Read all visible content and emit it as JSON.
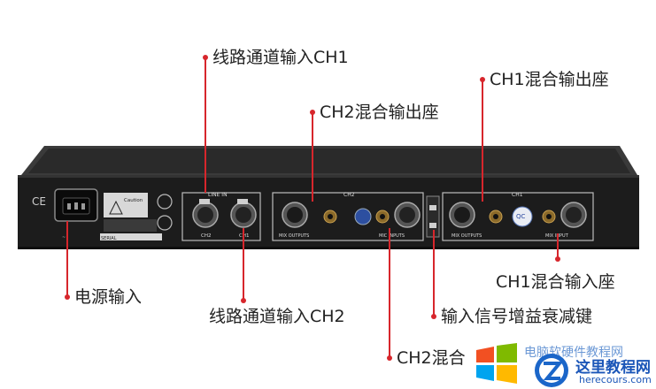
{
  "callouts": {
    "line_in_ch1": "线路通道输入CH1",
    "ch2_mix_out": "CH2混合输出座",
    "ch1_mix_out": "CH1混合输出座",
    "ch1_mix_in": "CH1混合输入座",
    "power_in": "电源输入",
    "line_in_ch2": "线路通道输入CH2",
    "gain_key": "输入信号增益衰减键",
    "ch2_mix_in": "CH2混合"
  },
  "panel_labels": {
    "line_in": "LINE IN",
    "ch2": "CH2",
    "ch1": "CH1",
    "mix_outputs": "MIX OUTPUTS",
    "mic_inputs": "MIC INPUTS",
    "mix_input": "MIX INPUT",
    "caution": "Caution",
    "qc": "QC",
    "ce": "CE",
    "serial": "SERIAL"
  },
  "watermark": {
    "site_name": "这里教程网",
    "site_url": "herecours.com",
    "partial_text": "电脑软硬件教程网"
  },
  "colors": {
    "callout_line": "#d7262c",
    "panel": "#242424",
    "text": "#222222"
  }
}
